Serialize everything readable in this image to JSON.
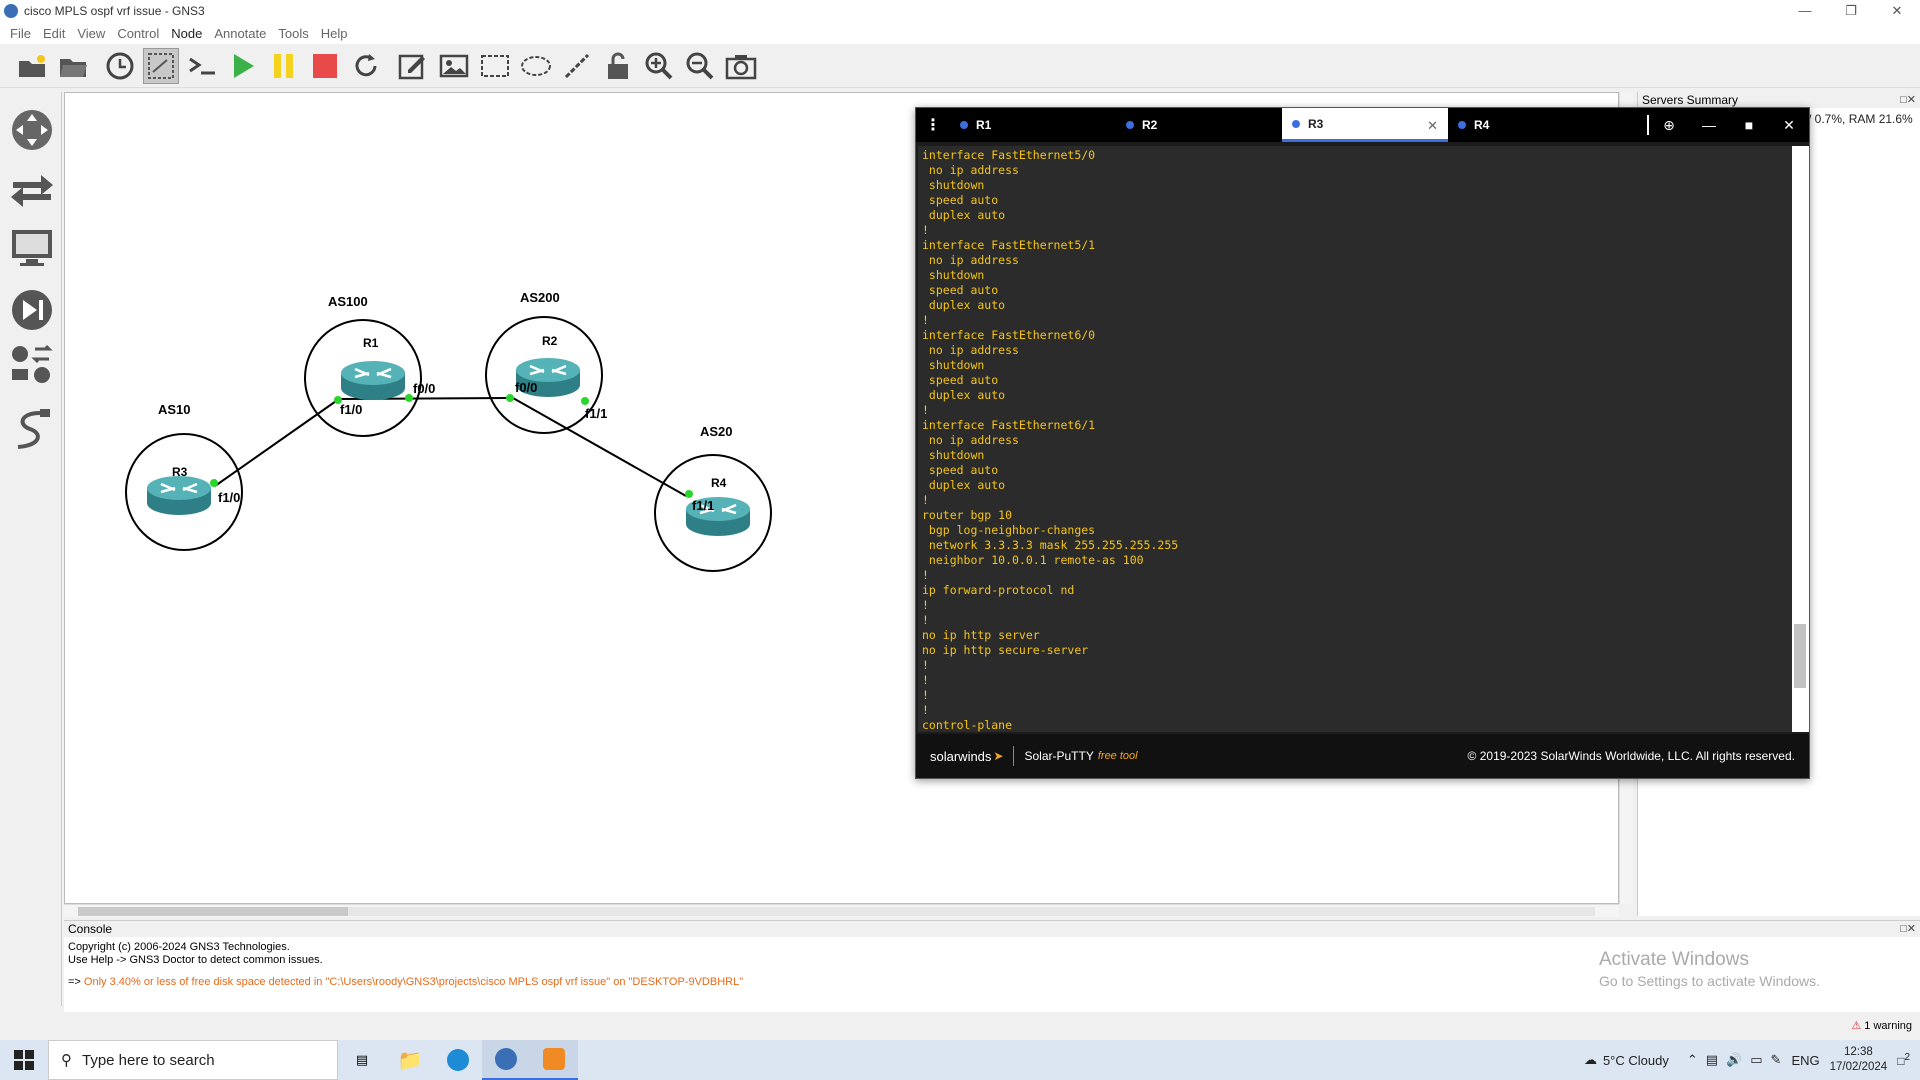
{
  "window": {
    "title": "cisco MPLS ospf vrf issue - GNS3"
  },
  "menubar": [
    "File",
    "Edit",
    "View",
    "Control",
    "Node",
    "Annotate",
    "Tools",
    "Help"
  ],
  "topology": {
    "as_labels": [
      {
        "text": "AS100"
      },
      {
        "text": "AS200"
      },
      {
        "text": "AS10"
      },
      {
        "text": "AS20"
      }
    ],
    "routers": [
      {
        "name": "R1"
      },
      {
        "name": "R2"
      },
      {
        "name": "R3"
      },
      {
        "name": "R4"
      }
    ],
    "interfaces": [
      {
        "text": "f1/0"
      },
      {
        "text": "f0/0"
      },
      {
        "text": "f0/0"
      },
      {
        "text": "f1/1"
      },
      {
        "text": "f1/0"
      },
      {
        "text": "f1/1"
      }
    ]
  },
  "servers": {
    "title": "Servers Summary",
    "stats": "/ 0.7%, RAM 21.6%"
  },
  "putty": {
    "tabs": [
      {
        "label": "R1"
      },
      {
        "label": "R2"
      },
      {
        "label": "R3"
      },
      {
        "label": "R4"
      }
    ],
    "terminal_lines": [
      "interface FastEthernet5/0",
      " no ip address",
      " shutdown",
      " speed auto",
      " duplex auto",
      "!",
      "interface FastEthernet5/1",
      " no ip address",
      " shutdown",
      " speed auto",
      " duplex auto",
      "!",
      "interface FastEthernet6/0",
      " no ip address",
      " shutdown",
      " speed auto",
      " duplex auto",
      "!",
      "interface FastEthernet6/1",
      " no ip address",
      " shutdown",
      " speed auto",
      " duplex auto",
      "!",
      "router bgp 10",
      " bgp log-neighbor-changes",
      " network 3.3.3.3 mask 255.255.255.255",
      " neighbor 10.0.0.1 remote-as 100",
      "!",
      "ip forward-protocol nd",
      "!",
      "!",
      "no ip http server",
      "no ip http secure-server",
      "!",
      "!",
      "!",
      "!",
      "control-plane"
    ],
    "footer": {
      "brand": "solarwinds",
      "product": "Solar-PuTTY",
      "free": "free tool",
      "copyright": "© 2019-2023 SolarWinds Worldwide, LLC. All rights reserved."
    }
  },
  "console": {
    "title": "Console",
    "lines": [
      "Copyright (c) 2006-2024 GNS3 Technologies.",
      "Use Help -> GNS3 Doctor to detect common issues."
    ],
    "prompt": "=>",
    "warning": "Only 3.40% or less of free disk space detected in \"C:\\Users\\roody\\GNS3\\projects\\cisco MPLS ospf vrf issue\" on \"DESKTOP-9VDBHRL\"",
    "activate_title": "Activate Windows",
    "activate_sub": "Go to Settings to activate Windows."
  },
  "statusbar": {
    "warnings": "1 warning"
  },
  "taskbar": {
    "search_placeholder": "Type here to search",
    "weather": "5°C  Cloudy",
    "lang": "ENG",
    "time": "12:38",
    "date": "17/02/2024",
    "notif_count": "2"
  }
}
